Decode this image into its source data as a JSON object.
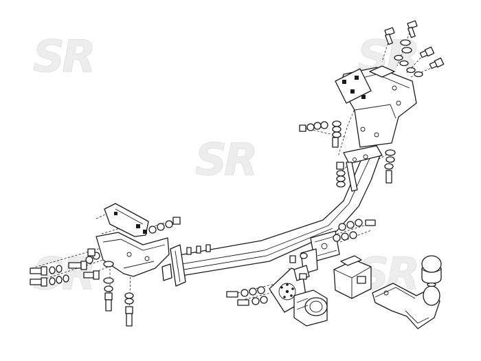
{
  "diagram": {
    "watermark_text": "SR",
    "line_color": "#1a1a1a",
    "watermark_color": "#ededed",
    "parts": [
      "main-crossbar",
      "right-mounting-bracket",
      "left-mounting-bracket",
      "socket-plate",
      "electrical-socket",
      "tow-ball-neck",
      "tow-ball-cover",
      "neck-clamp-block",
      "bolt-sets"
    ]
  }
}
